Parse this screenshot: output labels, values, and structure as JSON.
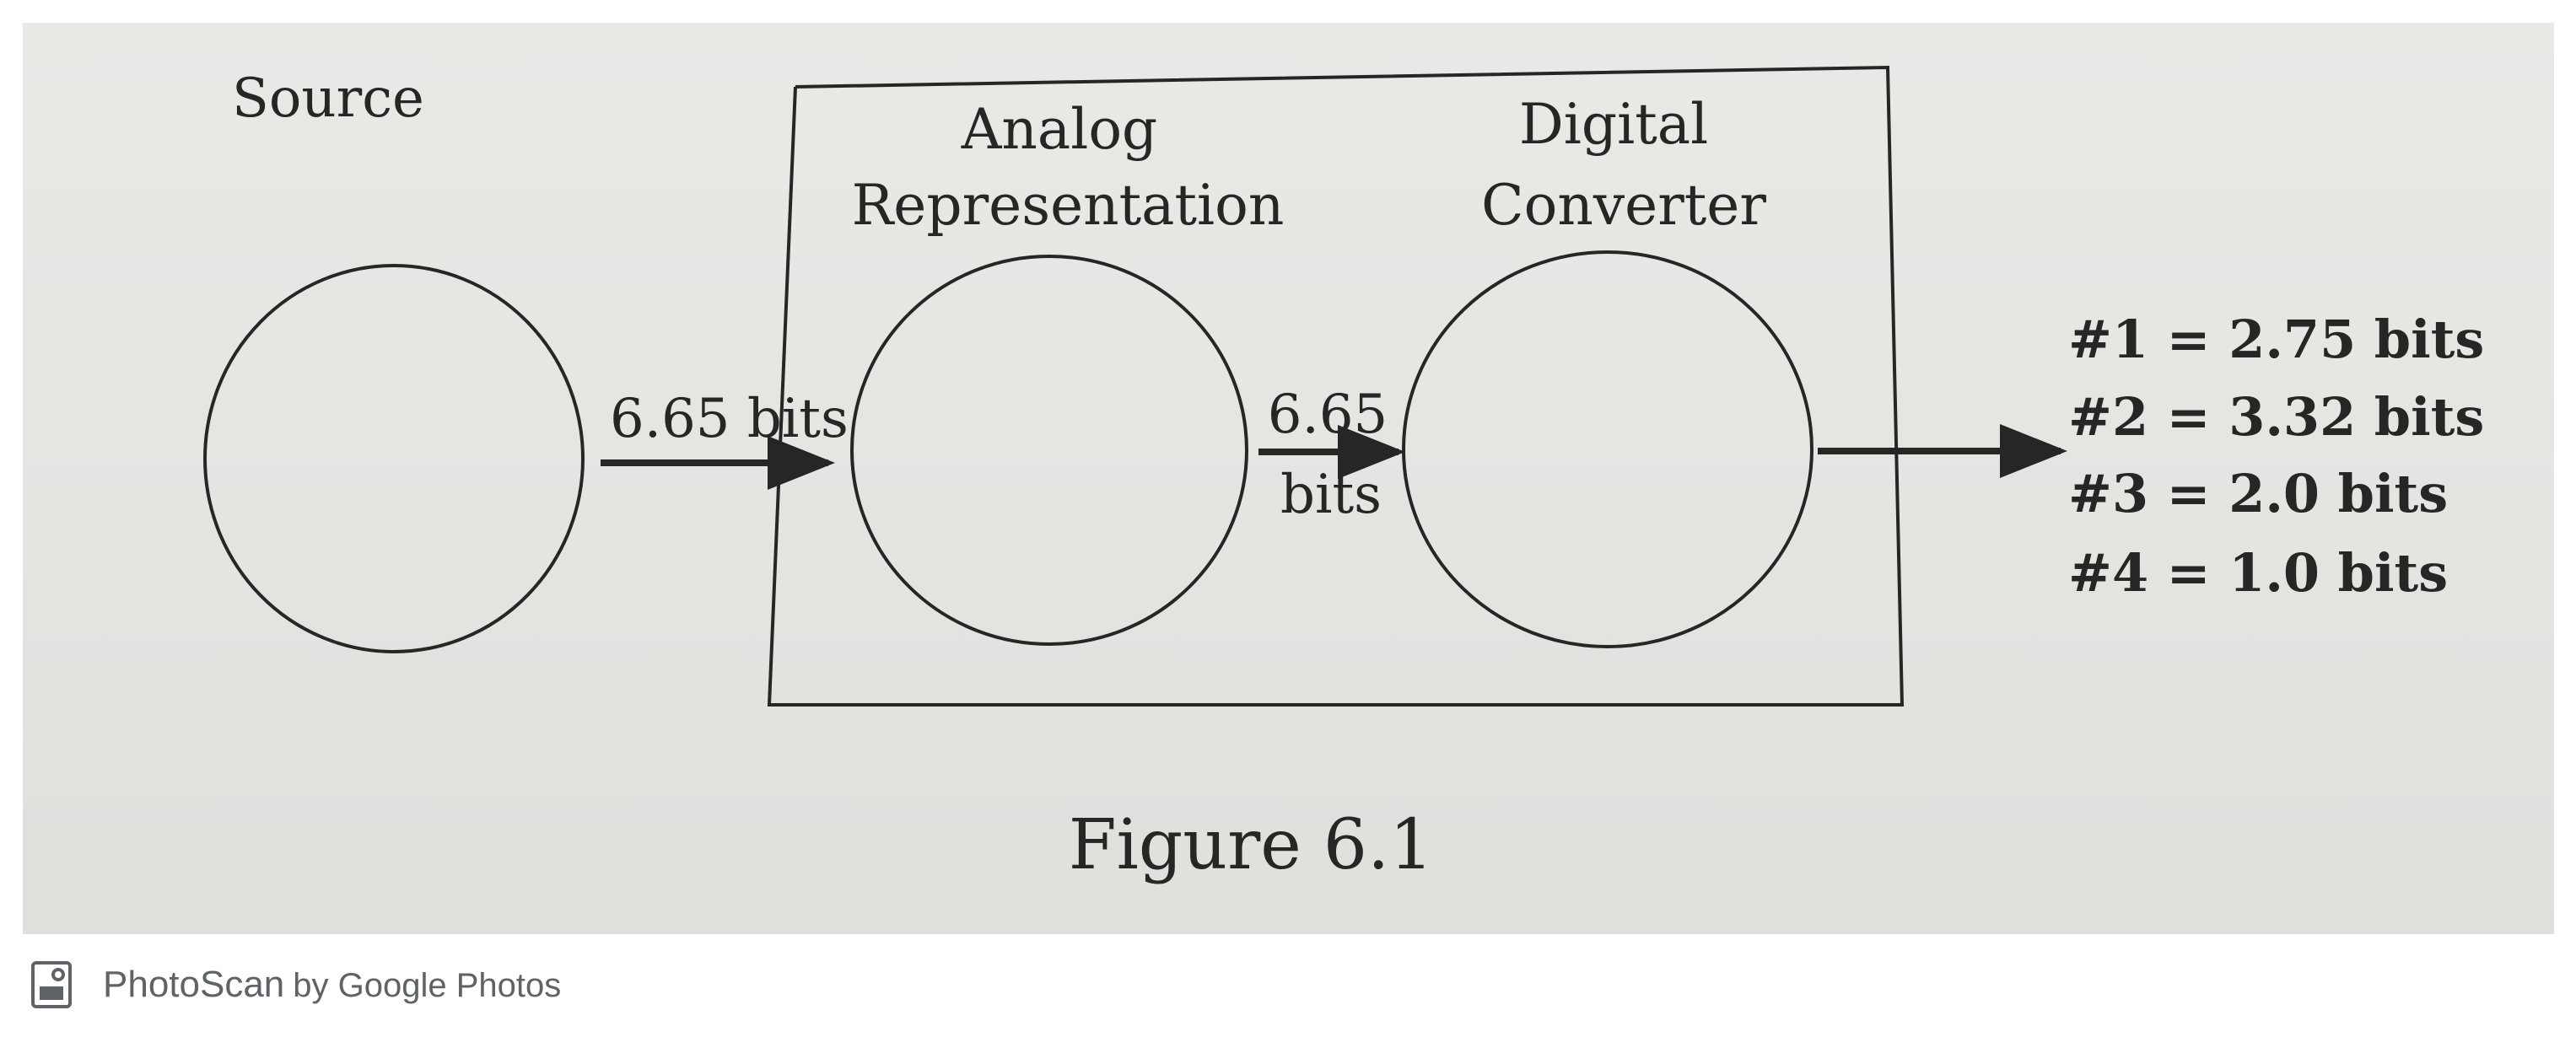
{
  "diagram": {
    "labels": {
      "source": "Source",
      "analog_line1": "Analog",
      "analog_line2": "Representation",
      "digital_line1": "Digital",
      "digital_line2": "Converter",
      "arrow1": "6.65 bits",
      "arrow2_line1": "6.65",
      "arrow2_line2": "bits"
    },
    "outputs": [
      "#1 = 2.75 bits",
      "#2 = 3.32 bits",
      "#3 = 2.0 bits",
      "#4 = 1.0 bits"
    ],
    "caption": "Figure 6.1"
  },
  "footer": {
    "app_name": "PhotoScan",
    "by_text": "by Google Photos",
    "icon": "photoscan-icon"
  },
  "colors": {
    "ink": "#262626",
    "paper": "#e8e6e3",
    "footer_text": "#5f6368"
  }
}
